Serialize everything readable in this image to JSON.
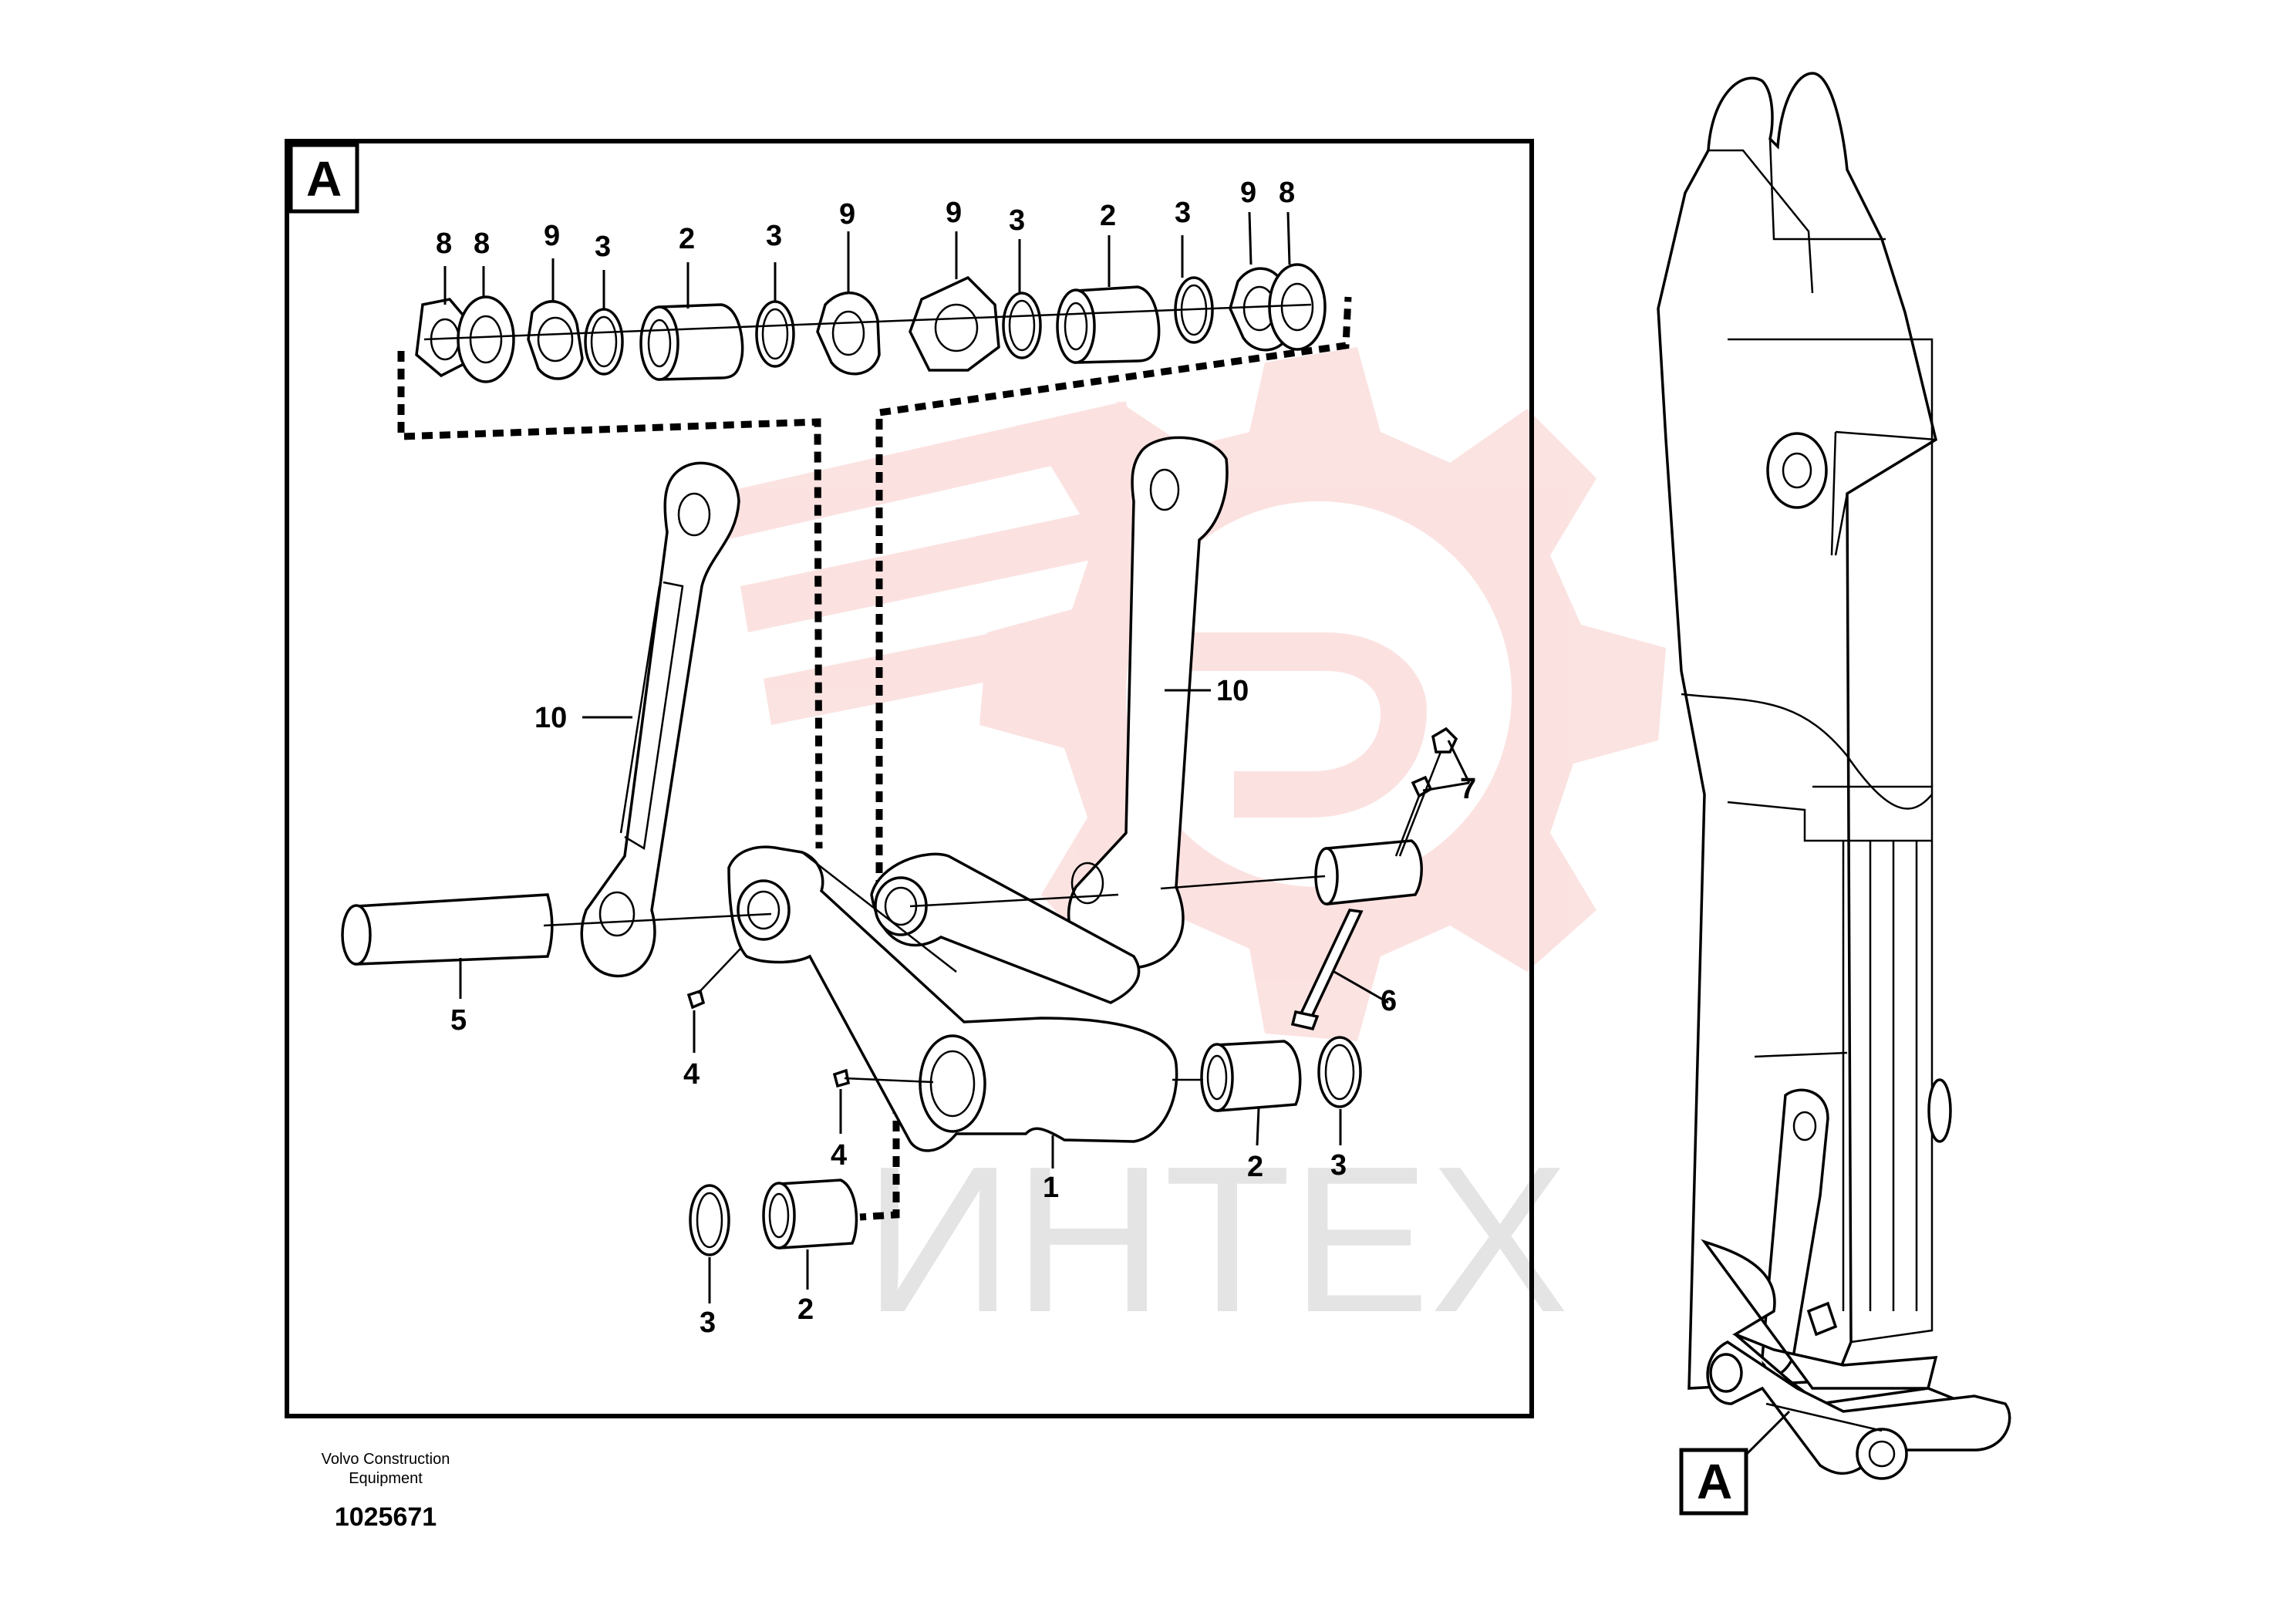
{
  "frame": {
    "label": "A"
  },
  "callout": {
    "label": "A"
  },
  "watermark": {
    "text": "ИНТЕХ",
    "color": "#e53935"
  },
  "footer": {
    "company": "Volvo Construction Equipment",
    "doc_number": "1025671"
  },
  "part_labels": [
    "8",
    "8",
    "9",
    "3",
    "2",
    "3",
    "9",
    "9",
    "3",
    "2",
    "3",
    "9",
    "8",
    "10",
    "10",
    "7",
    "6",
    "5",
    "4",
    "4",
    "1",
    "2",
    "3",
    "3",
    "2"
  ]
}
